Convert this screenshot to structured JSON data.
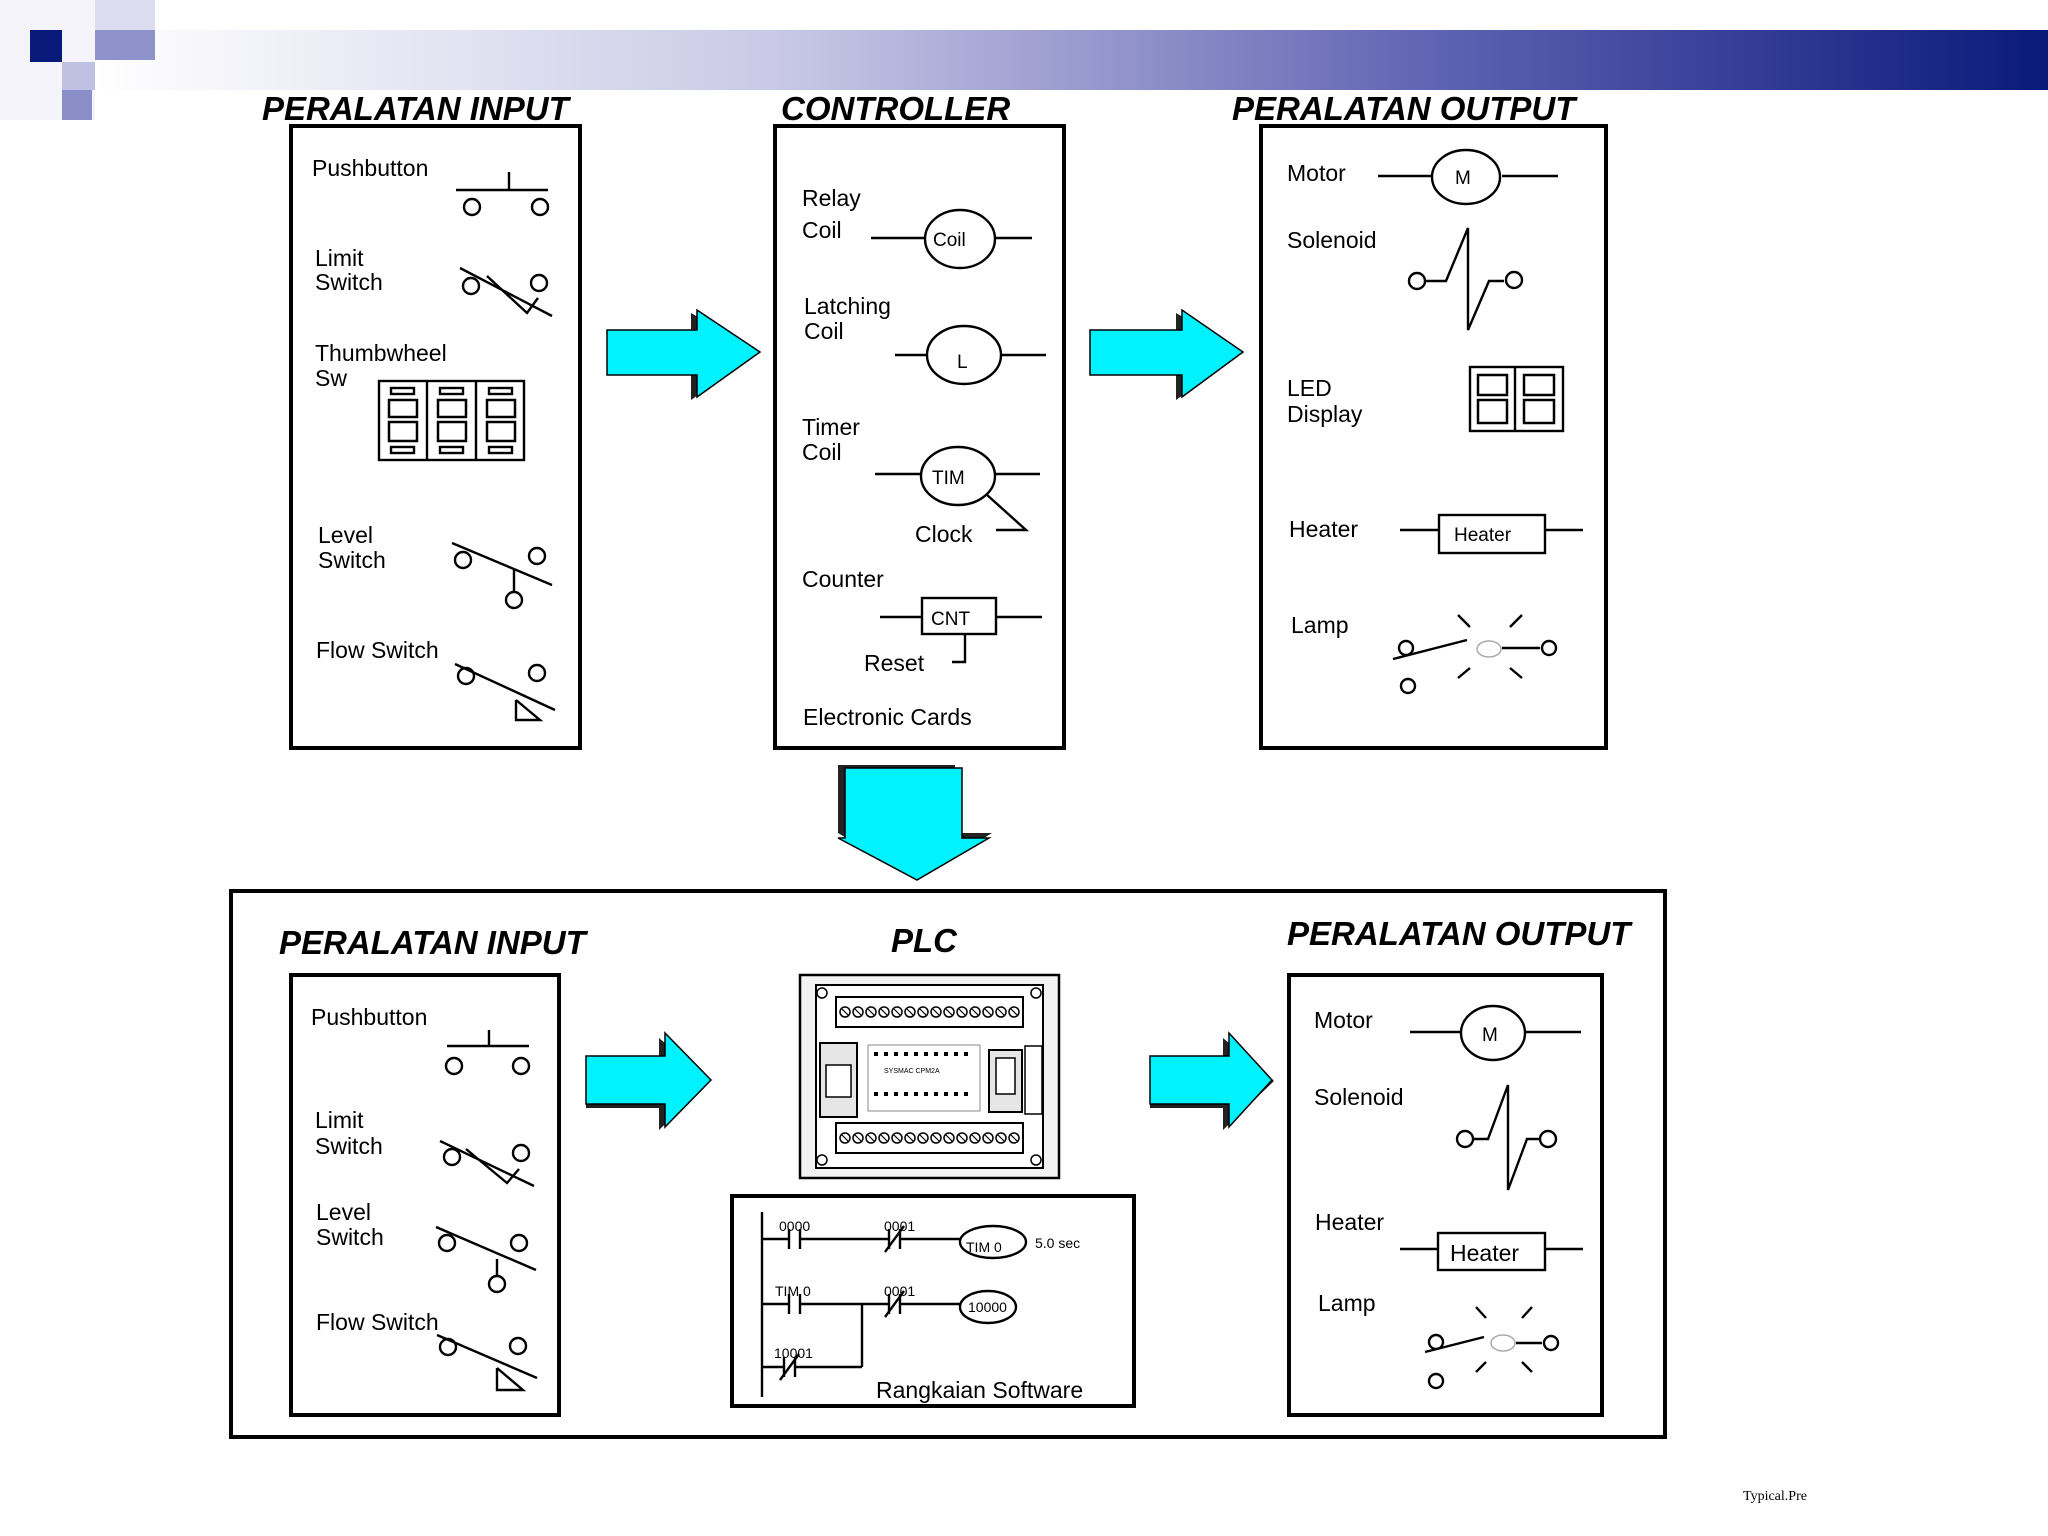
{
  "header_bar": {
    "accent": "#0a1a7a",
    "light": "#e8e8f6"
  },
  "arrow_color": "#00f2ff",
  "top_section": {
    "input": {
      "title": "PERALATAN INPUT",
      "pushbutton": "Pushbutton",
      "limit_switch": [
        "Limit",
        "Switch"
      ],
      "thumbwheel": [
        "Thumbwheel",
        "Sw"
      ],
      "level_switch": [
        "Level",
        "Switch"
      ],
      "flow_switch": "Flow Switch"
    },
    "controller": {
      "title": "CONTROLLER",
      "relay_coil": [
        "Relay",
        "Coil"
      ],
      "coil_symbol": "Coil",
      "latching_coil": [
        "Latching",
        "Coil"
      ],
      "latch_symbol": "L",
      "timer_coil": [
        "Timer",
        "Coil"
      ],
      "timer_symbol": "TIM",
      "clock": "Clock",
      "counter": "Counter",
      "counter_symbol": "CNT",
      "reset": "Reset",
      "electronic_cards": "Electronic Cards"
    },
    "output": {
      "title": "PERALATAN OUTPUT",
      "motor": "Motor",
      "motor_symbol": "M",
      "solenoid": "Solenoid",
      "led_display": [
        "LED",
        "Display"
      ],
      "heater": "Heater",
      "heater_symbol": "Heater",
      "lamp": "Lamp"
    }
  },
  "bottom_section": {
    "input": {
      "title": "PERALATAN INPUT",
      "pushbutton": "Pushbutton",
      "limit_switch": [
        "Limit",
        "Switch"
      ],
      "level_switch": [
        "Level",
        "Switch"
      ],
      "flow_switch": "Flow Switch"
    },
    "plc": {
      "title": "PLC",
      "model_text": "SYSMAC CPM2A",
      "ladder": {
        "contact_0000": "0000",
        "contact_0001_a": "0001",
        "timer_coil": "TIM 0",
        "timer_value": "5.0 sec",
        "contact_tim0": "TIM 0",
        "contact_0001_b": "0001",
        "output_coil": "10000",
        "contact_10001": "10001",
        "caption": "Rangkaian Software"
      }
    },
    "output": {
      "title": "PERALATAN OUTPUT",
      "motor": "Motor",
      "motor_symbol": "M",
      "solenoid": "Solenoid",
      "heater": "Heater",
      "heater_symbol": "Heater",
      "lamp": "Lamp"
    }
  },
  "footer": "Typical.Pre"
}
